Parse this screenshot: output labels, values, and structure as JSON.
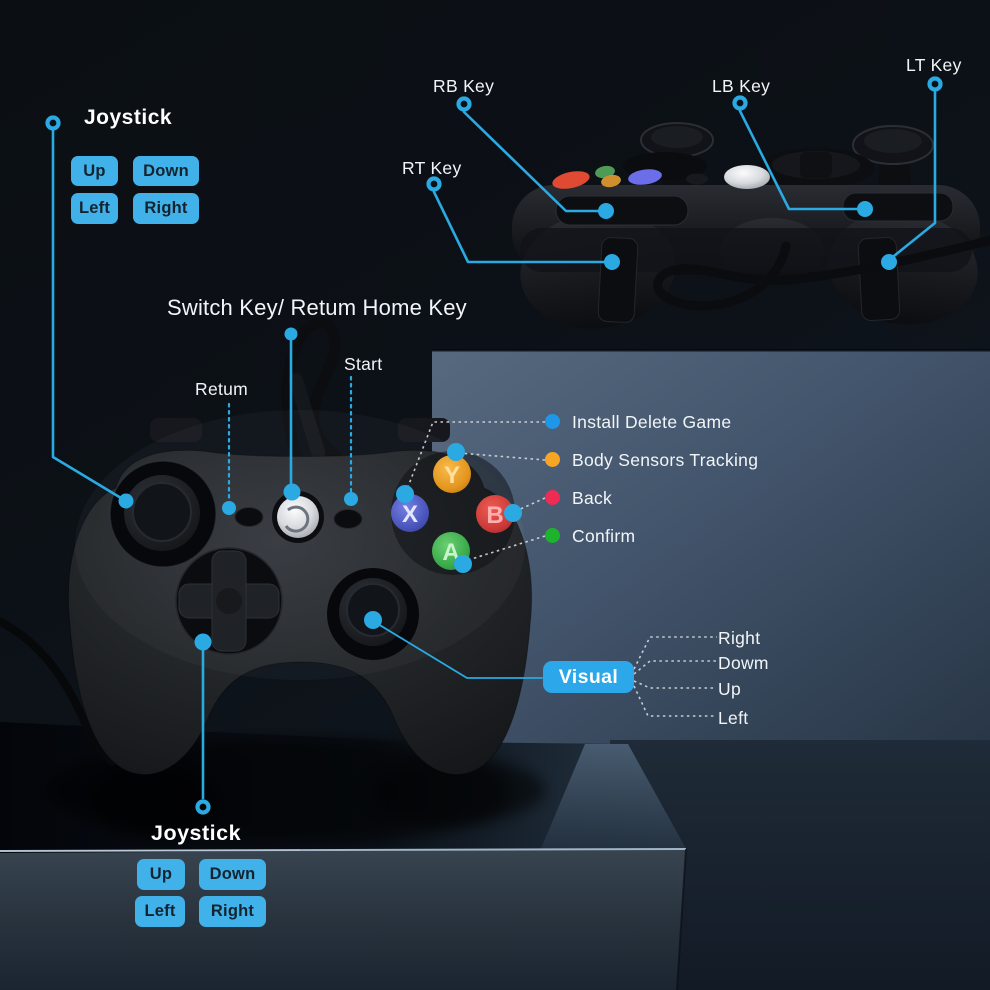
{
  "colors": {
    "accent_line": "#2aa9e2",
    "chip_bg": "#41b1e9",
    "chip_text": "#132430",
    "visual_bg": "#2ba7ea",
    "panel_blue": "#42546b",
    "background": "#0c1117",
    "button_y": "#e8951e",
    "button_x": "#4a55bb",
    "button_b": "#cc3a38",
    "button_a": "#3aaa4a"
  },
  "top_joystick": {
    "title": "Joystick",
    "up": "Up",
    "down": "Down",
    "left": "Left",
    "right": "Right"
  },
  "bottom_joystick": {
    "title": "Joystick",
    "up": "Up",
    "down": "Down",
    "left": "Left",
    "right": "Right"
  },
  "shoulder_labels": {
    "rb": "RB Key",
    "rt": "RT Key",
    "lb": "LB Key",
    "lt": "LT Key"
  },
  "center": {
    "heading": "Switch Key/ Retum Home Key",
    "retum": "Retum",
    "start": "Start"
  },
  "legend": {
    "install": {
      "label": "Install Delete Game",
      "color": "#1f97e9"
    },
    "body": {
      "label": "Body Sensors Tracking",
      "color": "#f7a623"
    },
    "back": {
      "label": "Back",
      "color": "#ee2b53"
    },
    "confirm": {
      "label": "Confirm",
      "color": "#1db32d"
    }
  },
  "visual": {
    "label": "Visual",
    "right": "Right",
    "down": "Dowm",
    "up": "Up",
    "left": "Left"
  },
  "face_buttons": {
    "y": "Y",
    "x": "X",
    "b": "B",
    "a": "A"
  }
}
